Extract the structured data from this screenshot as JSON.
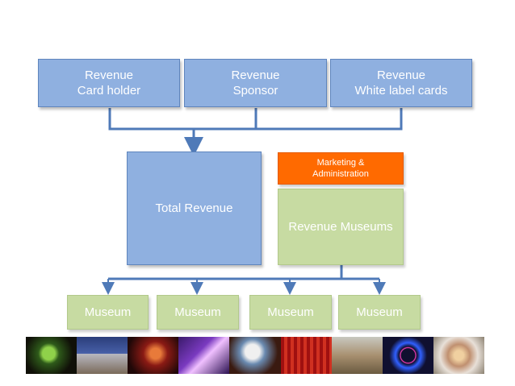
{
  "sources": [
    {
      "line1": "Revenue",
      "line2": "Card holder"
    },
    {
      "line1": "Revenue",
      "line2": "Sponsor"
    },
    {
      "line1": "Revenue",
      "line2": "White label cards"
    }
  ],
  "total_revenue": "Total Revenue",
  "marketing": {
    "line1": "Marketing &",
    "line2": "Administration"
  },
  "revenue_museums": "Revenue Museums",
  "museums": [
    "Museum",
    "Museum",
    "Museum",
    "Museum"
  ],
  "colors": {
    "source_box": "#8fb0e0",
    "connector": "#4f7ab8",
    "green_box": "#c7dba2",
    "orange_box": "#ff6a00"
  },
  "photo_strip": {
    "photos": [
      "green-figure-photo",
      "castle-photo",
      "red-performer-photo",
      "purple-lights-photo",
      "globe-photo",
      "red-curtain-photo",
      "house-photo",
      "neon-circle-photo",
      "tunnel-photo"
    ]
  }
}
